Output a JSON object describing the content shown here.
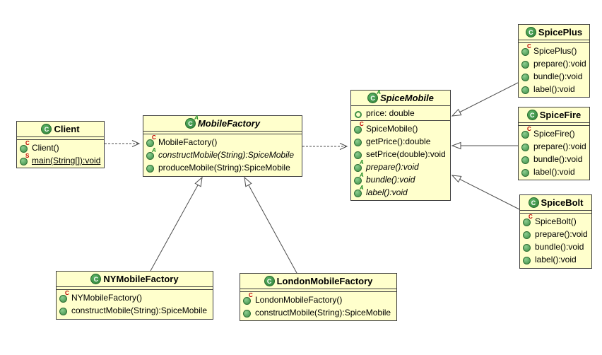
{
  "diagram": {
    "kind": "uml-class-diagram",
    "colors": {
      "box_fill": "#FFFFCC",
      "box_border": "#3F3F3F",
      "connector": "#4D4D4D",
      "method_icon_green": "#3E8F47",
      "class_icon_green": "#2F8038",
      "constructor_marker_color": "#C00000",
      "static_marker_color": "#C00000",
      "abstract_marker_color": "#1E8B22"
    }
  },
  "icons": {
    "class_letter": "C",
    "abstract_letter": "A"
  },
  "classes": {
    "client": {
      "name": "Client",
      "members": [
        {
          "marker": "C",
          "text": "Client()"
        },
        {
          "marker": "S",
          "text": "main(String[]):void"
        }
      ]
    },
    "mobileFactory": {
      "name": "MobileFactory",
      "members": [
        {
          "marker": "C",
          "text": "MobileFactory()"
        },
        {
          "marker": "A",
          "text": "constructMobile(String):SpiceMobile"
        },
        {
          "marker": "",
          "text": "produceMobile(String):SpiceMobile"
        }
      ]
    },
    "spiceMobile": {
      "name": "SpiceMobile",
      "field": {
        "text": "price: double"
      },
      "members": [
        {
          "marker": "C",
          "text": "SpiceMobile()"
        },
        {
          "marker": "",
          "text": "getPrice():double"
        },
        {
          "marker": "",
          "text": "setPrice(double):void"
        },
        {
          "marker": "A",
          "text": "prepare():void"
        },
        {
          "marker": "A",
          "text": "bundle():void"
        },
        {
          "marker": "A",
          "text": "label():void"
        }
      ]
    },
    "spicePlus": {
      "name": "SpicePlus",
      "members": [
        {
          "marker": "C",
          "text": "SpicePlus()"
        },
        {
          "marker": "",
          "text": "prepare():void"
        },
        {
          "marker": "",
          "text": "bundle():void"
        },
        {
          "marker": "",
          "text": "label():void"
        }
      ]
    },
    "spiceFire": {
      "name": "SpiceFire",
      "members": [
        {
          "marker": "C",
          "text": "SpiceFire()"
        },
        {
          "marker": "",
          "text": "prepare():void"
        },
        {
          "marker": "",
          "text": "bundle():void"
        },
        {
          "marker": "",
          "text": "label():void"
        }
      ]
    },
    "spiceBolt": {
      "name": "SpiceBolt",
      "members": [
        {
          "marker": "C",
          "text": "SpiceBolt()"
        },
        {
          "marker": "",
          "text": "prepare():void"
        },
        {
          "marker": "",
          "text": "bundle():void"
        },
        {
          "marker": "",
          "text": "label():void"
        }
      ]
    },
    "nyMobileFactory": {
      "name": "NYMobileFactory",
      "members": [
        {
          "marker": "C",
          "text": "NYMobileFactory()"
        },
        {
          "marker": "",
          "text": "constructMobile(String):SpiceMobile"
        }
      ]
    },
    "londonMobileFactory": {
      "name": "LondonMobileFactory",
      "members": [
        {
          "marker": "C",
          "text": "LondonMobileFactory()"
        },
        {
          "marker": "",
          "text": "constructMobile(String):SpiceMobile"
        }
      ]
    }
  },
  "relationships": [
    {
      "type": "dependency",
      "from": "Client",
      "to": "MobileFactory",
      "line": "dashed-open-arrow"
    },
    {
      "type": "dependency",
      "from": "MobileFactory",
      "to": "SpiceMobile",
      "line": "dashed-open-arrow"
    },
    {
      "type": "generalization",
      "from": "NYMobileFactory",
      "to": "MobileFactory",
      "line": "solid-hollow-triangle"
    },
    {
      "type": "generalization",
      "from": "LondonMobileFactory",
      "to": "MobileFactory",
      "line": "solid-hollow-triangle"
    },
    {
      "type": "generalization",
      "from": "SpicePlus",
      "to": "SpiceMobile",
      "line": "solid-hollow-triangle"
    },
    {
      "type": "generalization",
      "from": "SpiceFire",
      "to": "SpiceMobile",
      "line": "solid-hollow-triangle"
    },
    {
      "type": "generalization",
      "from": "SpiceBolt",
      "to": "SpiceMobile",
      "line": "solid-hollow-triangle"
    }
  ]
}
